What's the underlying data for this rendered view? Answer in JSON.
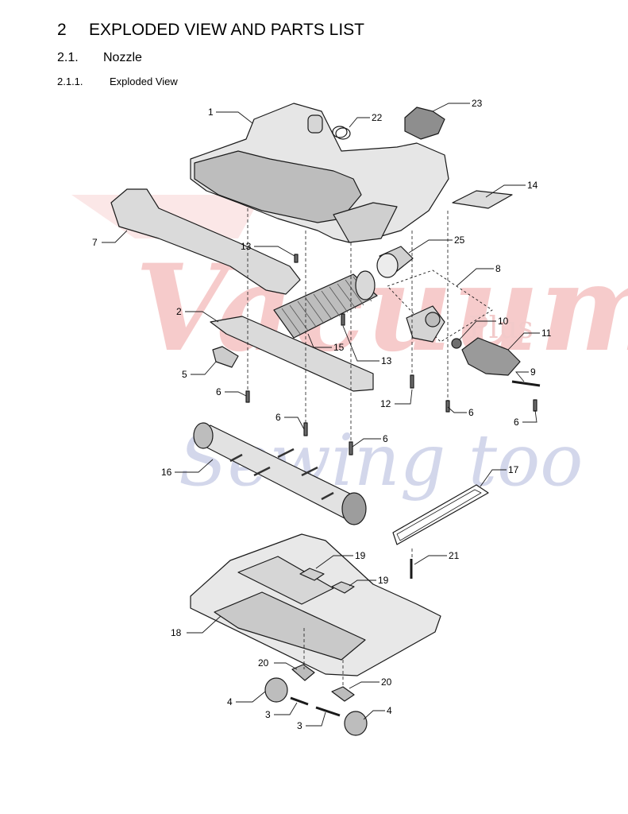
{
  "heading": {
    "number": "2",
    "title": "EXPLODED VIEW AND  PARTS  LIST"
  },
  "subheading": {
    "number": "2.1.",
    "title": "Nozzle"
  },
  "subsubheading": {
    "number": "2.1.1.",
    "title": "Exploded View"
  },
  "diagram": {
    "callouts": {
      "c1": "1",
      "c22": "22",
      "c23": "23",
      "c14": "14",
      "c7": "7",
      "c13a": "13",
      "c25": "25",
      "c8": "8",
      "c2": "2",
      "c15": "15",
      "c13b": "13",
      "c10": "10",
      "c11": "11",
      "c5": "5",
      "c9": "9",
      "c6a": "6",
      "c12": "12",
      "c6b": "6",
      "c6c": "6",
      "c6d": "6",
      "c6e": "6",
      "c16": "16",
      "c17": "17",
      "c21": "21",
      "c19a": "19",
      "c19b": "19",
      "c18": "18",
      "c20a": "20",
      "c20b": "20",
      "c4a": "4",
      "c3a": "3",
      "c3b": "3",
      "c4b": "4"
    }
  },
  "watermark": {
    "line1": "Vacuums",
    "line2": "Plus",
    "line3": "Sewing too"
  },
  "colors": {
    "ink": "#1a1a1a",
    "part_fill": "#e6e6e6",
    "part_dark": "#9a9a9a",
    "watermark_red": "#e05555",
    "watermark_blue": "#7b86c2"
  }
}
